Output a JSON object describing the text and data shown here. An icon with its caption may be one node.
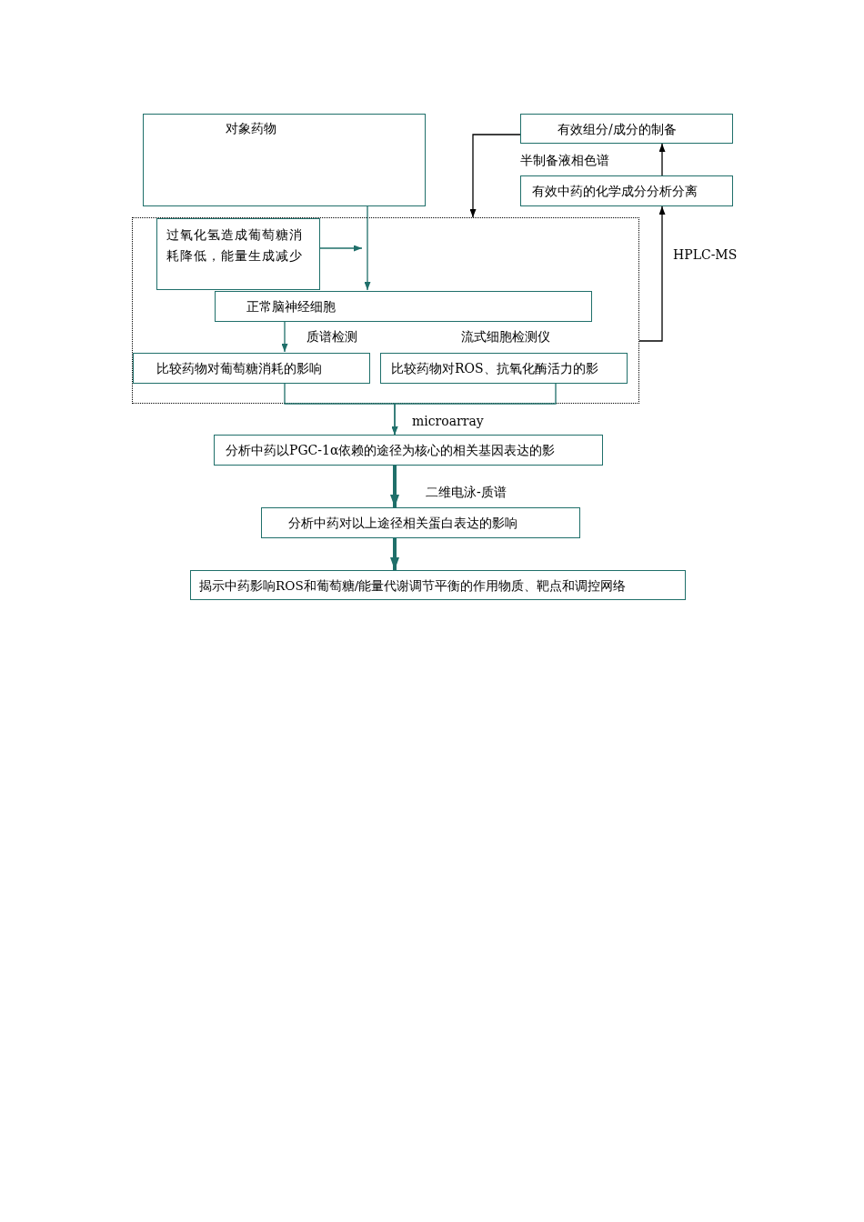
{
  "diagram": {
    "nodes": [
      {
        "text": [
          "对象药物"
        ]
      },
      {
        "text": [],
        "shape": "box"
      },
      {
        "text": [
          "过氧化氢造成葡萄糖消耗降低，能量生成减少"
        ],
        "in": 1
      },
      {
        "text": [
          "正常脑神经细胞"
        ],
        "in": 1
      },
      {
        "text": [
          "比较药物对葡萄糖消耗的影响"
        ],
        "in": 1
      },
      {
        "text": [
          "比较药物对ROS、抗氧化酶活力的影"
        ],
        "in": 1,
        "beside": [
          "流式细胞检测仪"
        ]
      },
      {
        "text": [
          "有效组分/成分的制备"
        ]
      },
      {
        "text": [
          "有效中药的化学成分分析分离"
        ]
      },
      {
        "text": [
          "分析中药以PGC-1α依赖的途径为核心的相关基因表达的影"
        ]
      },
      {
        "text": [
          "分析中药对以上途径相关蛋白表达的影响"
        ]
      },
      {
        "text": [
          "揭示中药影响ROS和葡萄糖/能量代谢调节平衡的作用物质、靶点和调控网络"
        ]
      }
    ],
    "edges": [
      {
        "from": 0,
        "to": 3,
        "arrow": "to"
      },
      {
        "from": 2,
        "to": null,
        "arrow": "to"
      },
      {
        "from": 3,
        "to": 4,
        "arrow": "to",
        "label": "质谱检测"
      },
      {
        "from": 4,
        "to": 8,
        "arrow": "to",
        "label": "microarray"
      },
      {
        "from": 5,
        "to": 8,
        "arrow": "to"
      },
      {
        "from": 8,
        "to": 9,
        "arrow": "to",
        "label": "二维电泳-质谱",
        "style": "thick"
      },
      {
        "from": 9,
        "to": 10,
        "arrow": "to",
        "style": "thick"
      },
      {
        "from": 1,
        "to": 7,
        "arrow": "to",
        "label": "HPLC-MS",
        "color": "#000000"
      },
      {
        "from": 7,
        "to": 6,
        "arrow": "to",
        "label": "半制备液相色谱",
        "color": "#000000"
      },
      {
        "from": 6,
        "to": 1,
        "arrow": "to",
        "color": "#000000"
      }
    ]
  }
}
